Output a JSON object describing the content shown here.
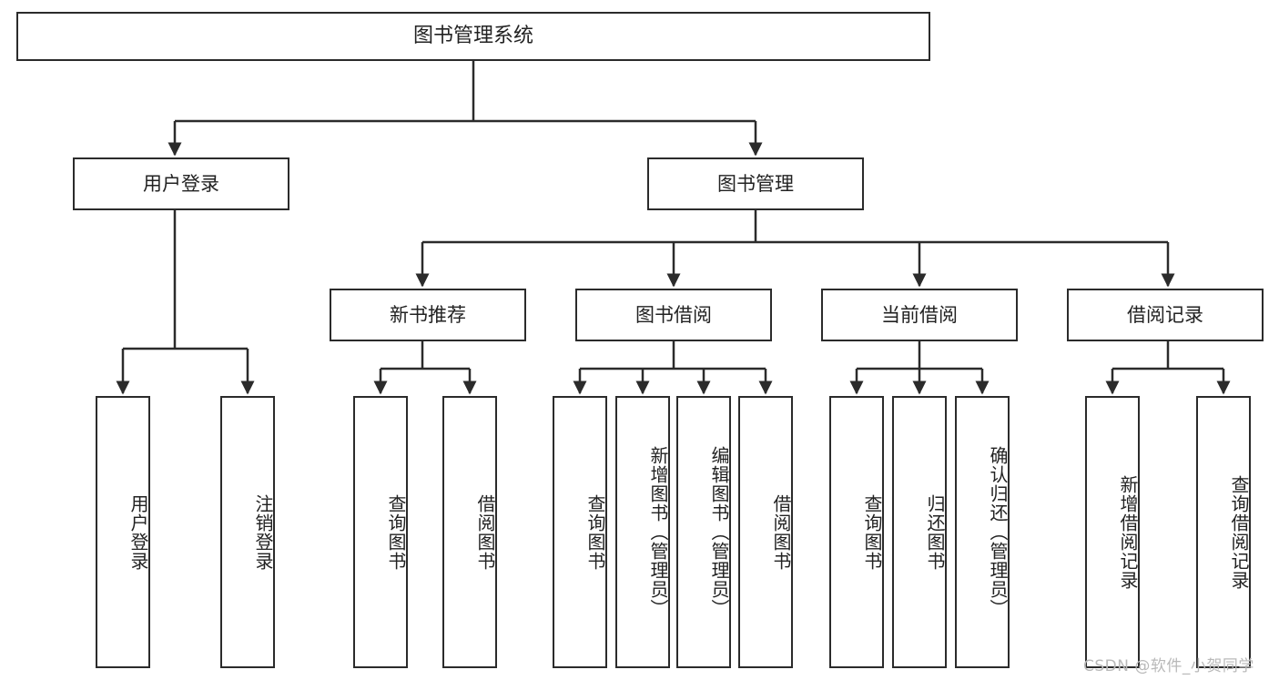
{
  "diagram": {
    "title": "图书管理系统",
    "type": "tree",
    "root": {
      "id": "root",
      "label": "图书管理系统"
    },
    "level2": [
      {
        "id": "user-login",
        "label": "用户登录"
      },
      {
        "id": "book-management",
        "label": "图书管理"
      }
    ],
    "level3": [
      {
        "id": "new-book-recommend",
        "label": "新书推荐",
        "parent": "book-management"
      },
      {
        "id": "book-borrow",
        "label": "图书借阅",
        "parent": "book-management"
      },
      {
        "id": "current-borrow",
        "label": "当前借阅",
        "parent": "book-management"
      },
      {
        "id": "borrow-record",
        "label": "借阅记录",
        "parent": "book-management"
      }
    ],
    "leaves": [
      {
        "id": "leaf-user-login",
        "label": "用户登录",
        "parent": "user-login"
      },
      {
        "id": "leaf-logout-login",
        "label": "注销登录",
        "parent": "user-login"
      },
      {
        "id": "leaf-query-book-1",
        "label": "查询图书",
        "parent": "new-book-recommend"
      },
      {
        "id": "leaf-borrow-book-1",
        "label": "借阅图书",
        "parent": "new-book-recommend"
      },
      {
        "id": "leaf-query-book-2",
        "label": "查询图书",
        "parent": "book-borrow"
      },
      {
        "id": "leaf-add-book",
        "label": "新增图书（管理员）",
        "parent": "book-borrow"
      },
      {
        "id": "leaf-edit-book",
        "label": "编辑图书（管理员）",
        "parent": "book-borrow"
      },
      {
        "id": "leaf-borrow-book-2",
        "label": "借阅图书",
        "parent": "book-borrow"
      },
      {
        "id": "leaf-query-book-3",
        "label": "查询图书",
        "parent": "current-borrow"
      },
      {
        "id": "leaf-return-book",
        "label": "归还图书",
        "parent": "current-borrow"
      },
      {
        "id": "leaf-confirm-return",
        "label": "确认归还（管理员）",
        "parent": "current-borrow"
      },
      {
        "id": "leaf-add-record",
        "label": "新增借阅记录",
        "parent": "borrow-record"
      },
      {
        "id": "leaf-query-record",
        "label": "查询借阅记录",
        "parent": "borrow-record"
      }
    ]
  },
  "watermark": {
    "text": "CSDN @软件_小贺同学"
  },
  "colors": {
    "border": "#2b2b2b",
    "background": "#ffffff",
    "text": "#222222",
    "watermark": "#b9b9b9"
  }
}
